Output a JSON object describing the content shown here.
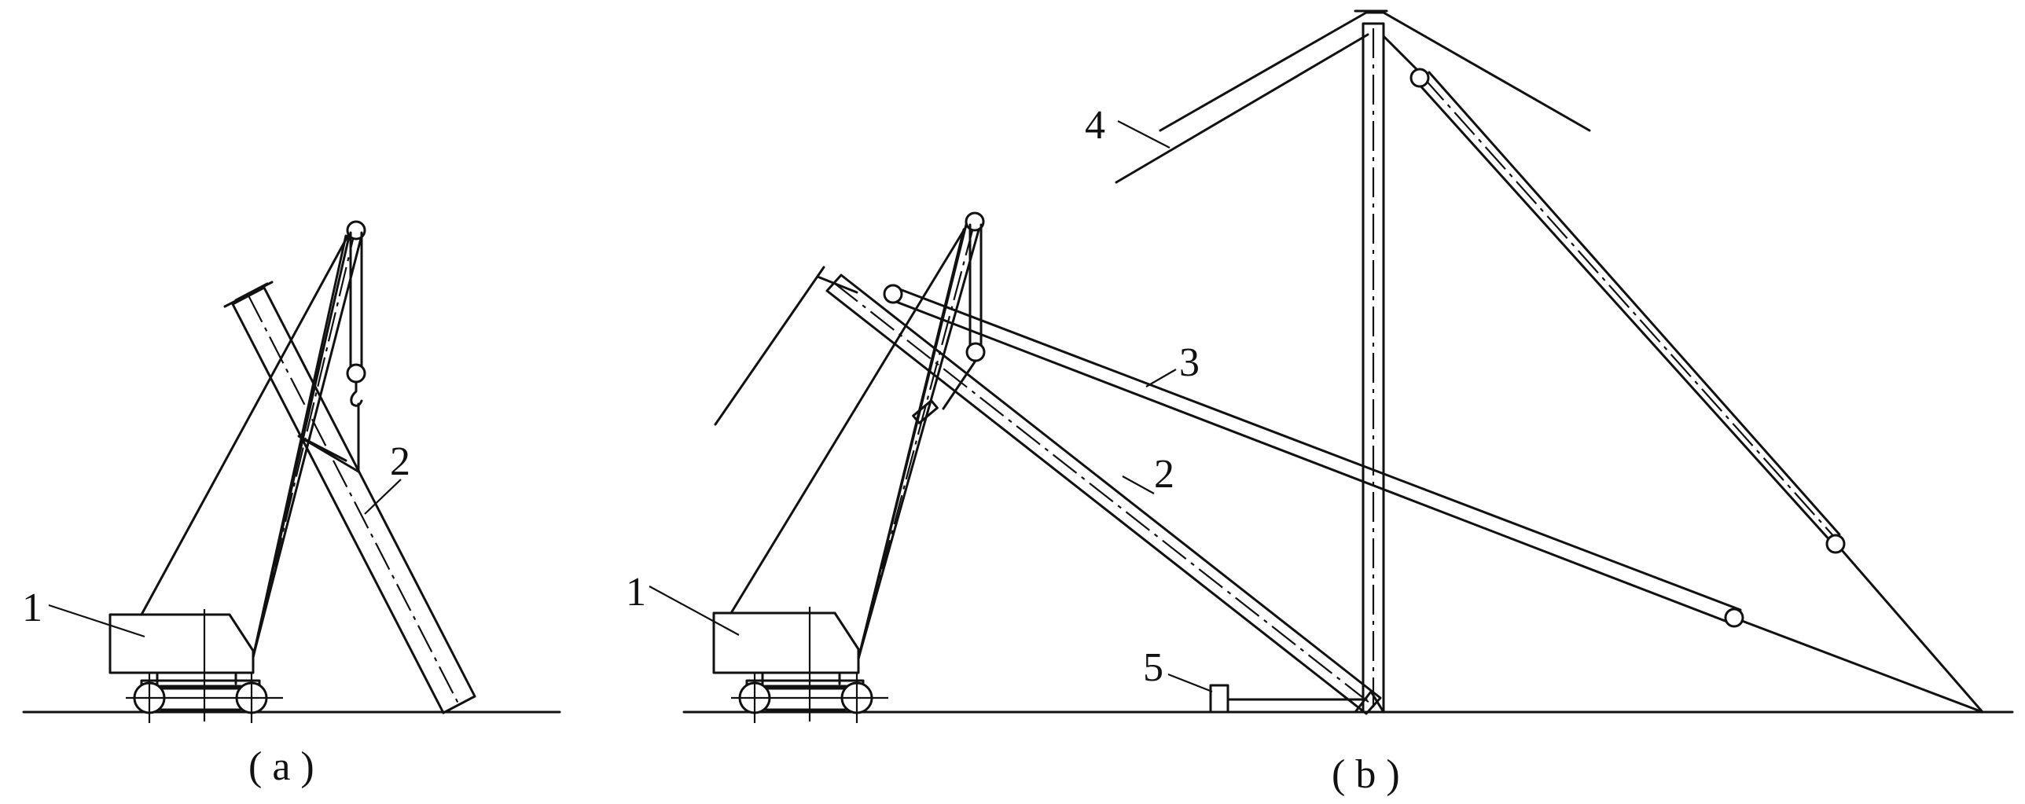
{
  "figure": {
    "panel_a": {
      "caption": "( a )",
      "labels": {
        "crane": "1",
        "member": "2"
      }
    },
    "panel_b": {
      "caption": "( b )",
      "labels": {
        "crane": "1",
        "member_lifted": "2",
        "inclined_member": "3",
        "top_rigging": "4",
        "anchor": "5"
      }
    }
  }
}
